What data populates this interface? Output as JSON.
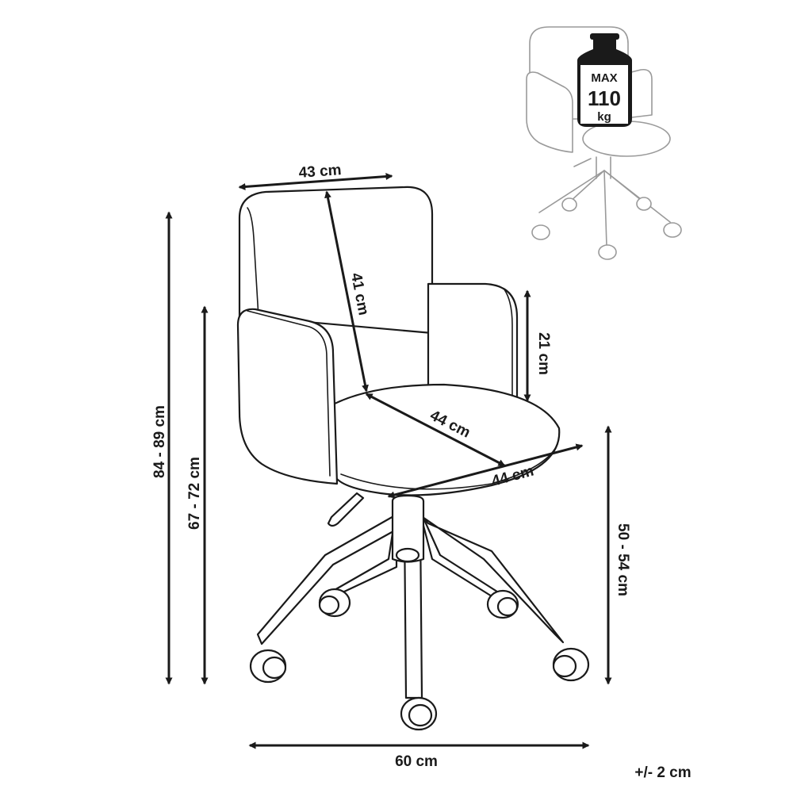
{
  "dimensions": {
    "seat_back_width": "43 cm",
    "backrest_height": "41 cm",
    "armrest_height": "21 cm",
    "seat_depth": "44 cm",
    "seat_width": "44 cm",
    "total_height": "84 - 89 cm",
    "armrest_floor_height": "67 - 72 cm",
    "seat_height": "50 - 54 cm",
    "base_width": "60 cm",
    "tolerance": "+/- 2 cm"
  },
  "max_load": {
    "line1": "MAX",
    "line2": "110",
    "line3": "kg"
  },
  "colors": {
    "ink": "#1a1a1a",
    "faint": "#9a9a9a"
  },
  "icons": {
    "weight": "weight-icon"
  }
}
